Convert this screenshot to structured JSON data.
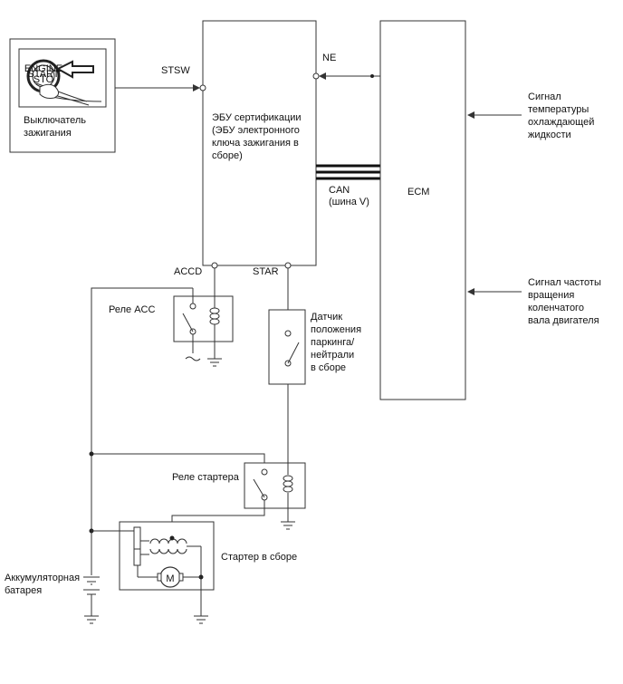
{
  "labels": {
    "ignition_switch": [
      "Выключатель",
      "зажигания"
    ],
    "certification_ecu": [
      "ЭБУ сертификации",
      "(ЭБУ электронного",
      "ключа зажигания в",
      "сборе)"
    ],
    "ecm": "ECM",
    "stsw": "STSW",
    "ne": "NE",
    "can": [
      "CAN",
      "(шина V)"
    ],
    "accd": "ACCD",
    "star": "STAR",
    "coolant_signal": [
      "Сигнал",
      "температуры",
      "охлаждающей",
      "жидкости"
    ],
    "crank_signal": [
      "Сигнал частоты",
      "вращения",
      "коленчатого",
      "вала двигателя"
    ],
    "acc_relay": "Реле ACC",
    "park_neutral_switch": [
      "Датчик",
      "положения",
      "паркинга/",
      "нейтрали",
      "в сборе"
    ],
    "starter_relay": "Реле стартера",
    "starter_assembly": "Стартер в сборе",
    "battery": [
      "Аккумуляторная",
      "батарея"
    ],
    "motor_symbol": "M"
  },
  "button_text": [
    "ENGINE",
    "START",
    "STO"
  ],
  "colors": {
    "line": "#333333",
    "bus": "#111111",
    "background": "#ffffff"
  }
}
